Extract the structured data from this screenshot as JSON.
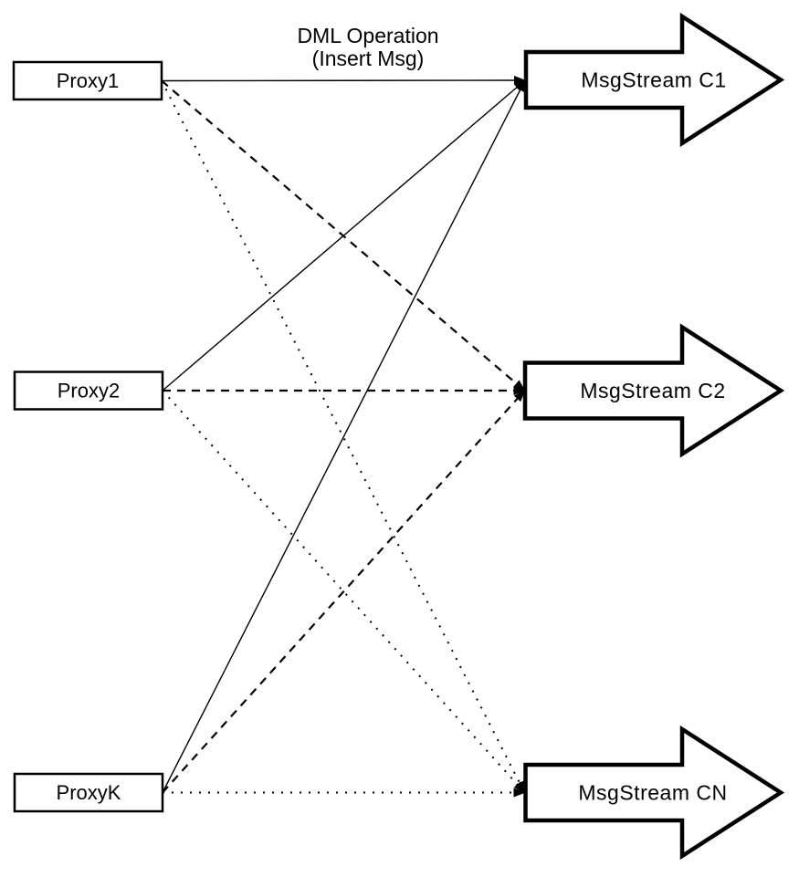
{
  "title": {
    "line1": "DML Operation",
    "line2": "(Insert Msg)"
  },
  "proxies": [
    {
      "id": "proxy1",
      "label": "Proxy1"
    },
    {
      "id": "proxy2",
      "label": "Proxy2"
    },
    {
      "id": "proxyk",
      "label": "ProxyK"
    }
  ],
  "streams": [
    {
      "id": "c1",
      "label": "MsgStream C1"
    },
    {
      "id": "c2",
      "label": "MsgStream C2"
    },
    {
      "id": "cn",
      "label": "MsgStream CN"
    }
  ],
  "connections": [
    {
      "from": "proxy1",
      "to": "c1",
      "style": "solid"
    },
    {
      "from": "proxy2",
      "to": "c1",
      "style": "solid"
    },
    {
      "from": "proxyk",
      "to": "c1",
      "style": "solid"
    },
    {
      "from": "proxy1",
      "to": "c2",
      "style": "dashed"
    },
    {
      "from": "proxy2",
      "to": "c2",
      "style": "dashed"
    },
    {
      "from": "proxyk",
      "to": "c2",
      "style": "dashed"
    },
    {
      "from": "proxy1",
      "to": "cn",
      "style": "dotted"
    },
    {
      "from": "proxy2",
      "to": "cn",
      "style": "dotted"
    },
    {
      "from": "proxyk",
      "to": "cn",
      "style": "dotted"
    }
  ],
  "colors": {
    "stroke": "#000000",
    "shape_fill": "#ffffff",
    "background": "#ffffff"
  }
}
